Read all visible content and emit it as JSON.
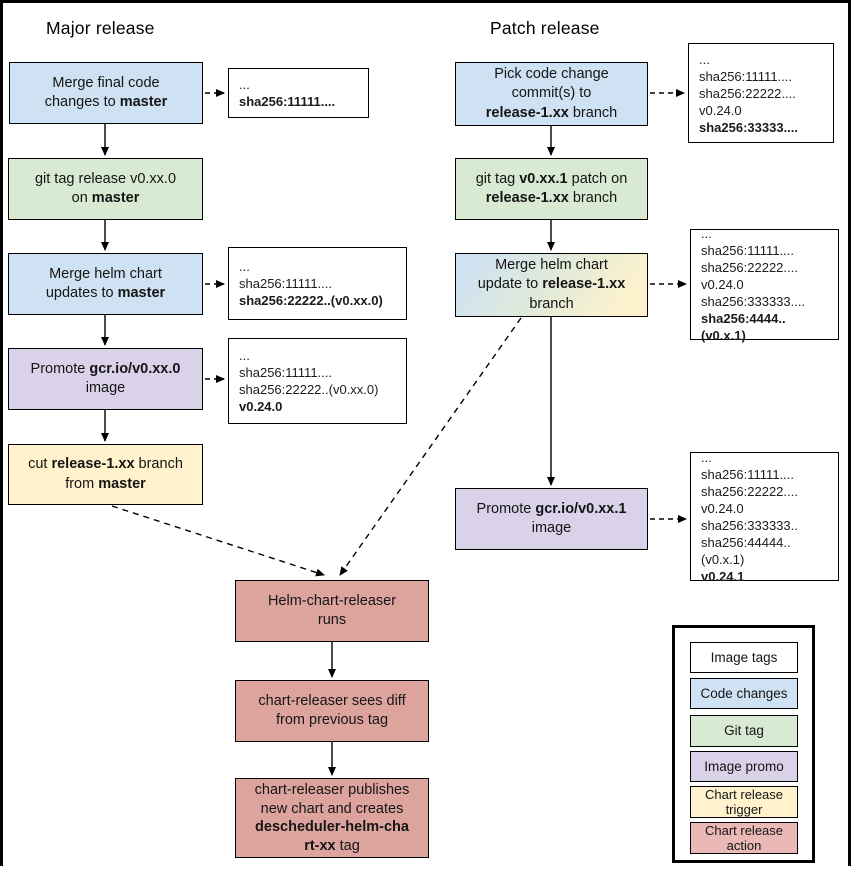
{
  "titles": {
    "major": "Major release",
    "patch": "Patch release"
  },
  "colors": {
    "image_tags": "#ffffff",
    "code_changes": "#cfe2f3",
    "git_tag": "#d9ead3",
    "image_promo": "#d9d2e9",
    "chart_release_trigger": "#fff2cc",
    "chart_release_action": "#dda49e",
    "legend_action": "#eab9b5",
    "gradient_merge_patch": [
      "#cfe2f3",
      "#fff2cc"
    ],
    "border": "#000000"
  },
  "major": {
    "merge_final": [
      {
        "t": "Merge final code\nchanges to "
      },
      {
        "t": "master",
        "b": true
      }
    ],
    "git_tag": [
      {
        "t": "git tag release v0.xx.0\non "
      },
      {
        "t": "master",
        "b": true
      }
    ],
    "merge_helm": [
      {
        "t": "Merge helm chart\nupdates to "
      },
      {
        "t": "master",
        "b": true
      }
    ],
    "promote": [
      {
        "t": "Promote "
      },
      {
        "t": "gcr.io/v0.xx.0",
        "b": true
      },
      {
        "t": "\nimage"
      }
    ],
    "cut_branch": [
      {
        "t": "cut "
      },
      {
        "t": "release-1.xx",
        "b": true
      },
      {
        "t": " branch\nfrom "
      },
      {
        "t": "master",
        "b": true
      }
    ]
  },
  "patch": {
    "pick_commits": [
      {
        "t": "Pick code change\ncommit(s) to\n"
      },
      {
        "t": "release-1.xx",
        "b": true
      },
      {
        "t": " branch"
      }
    ],
    "git_tag": [
      {
        "t": "git tag "
      },
      {
        "t": "v0.xx.1",
        "b": true
      },
      {
        "t": " patch on\n"
      },
      {
        "t": "release-1.xx",
        "b": true
      },
      {
        "t": " branch"
      }
    ],
    "merge_helm": [
      {
        "t": "Merge helm chart\nupdate to "
      },
      {
        "t": "release-1.xx",
        "b": true
      },
      {
        "t": "\nbranch"
      }
    ],
    "promote": [
      {
        "t": "Promote "
      },
      {
        "t": "gcr.io/v0.xx.1",
        "b": true
      },
      {
        "t": "\nimage"
      }
    ]
  },
  "releaser": {
    "runs": [
      {
        "t": "Helm-chart-releaser\nruns"
      }
    ],
    "sees_diff": [
      {
        "t": "chart-releaser sees diff\nfrom previous tag"
      }
    ],
    "publishes": [
      {
        "t": "chart-releaser publishes\nnew chart and creates\n"
      },
      {
        "t": "descheduler-helm-cha\nrt-xx",
        "b": true
      },
      {
        "t": " tag"
      }
    ]
  },
  "tags": {
    "m1": [
      {
        "t": "...\n"
      },
      {
        "t": "sha256:11111....",
        "b": true
      }
    ],
    "m2": [
      {
        "t": "...\nsha256:11111....\n"
      },
      {
        "t": "sha256:22222..(v0.xx.0)",
        "b": true
      }
    ],
    "m3": [
      {
        "t": "...\nsha256:11111....\nsha256:22222..(v0.xx.0)\n"
      },
      {
        "t": "v0.24.0",
        "b": true
      }
    ],
    "p1": [
      {
        "t": "...\nsha256:11111....\nsha256:22222....\nv0.24.0\n"
      },
      {
        "t": "sha256:33333....",
        "b": true
      }
    ],
    "p2": [
      {
        "t": "...\nsha256:11111....\nsha256:22222....\nv0.24.0\nsha256:333333....\n"
      },
      {
        "t": "sha256:4444..(v0.x.1)",
        "b": true
      }
    ],
    "p3": [
      {
        "t": "...\nsha256:11111....\nsha256:22222....\nv0.24.0\nsha256:333333..\nsha256:44444..(v0.x.1)\n"
      },
      {
        "t": "v0.24.1",
        "b": true
      }
    ]
  },
  "legend": {
    "items": [
      {
        "label": "Image tags",
        "color": "#ffffff"
      },
      {
        "label": "Code changes",
        "color": "#cfe2f3"
      },
      {
        "label": "Git tag",
        "color": "#d9ead3"
      },
      {
        "label": "Image promo",
        "color": "#d9d2e9"
      },
      {
        "label": "Chart release\ntrigger",
        "color": "#fff2cc"
      },
      {
        "label": "Chart release\naction",
        "color": "#eab9b5"
      }
    ]
  }
}
